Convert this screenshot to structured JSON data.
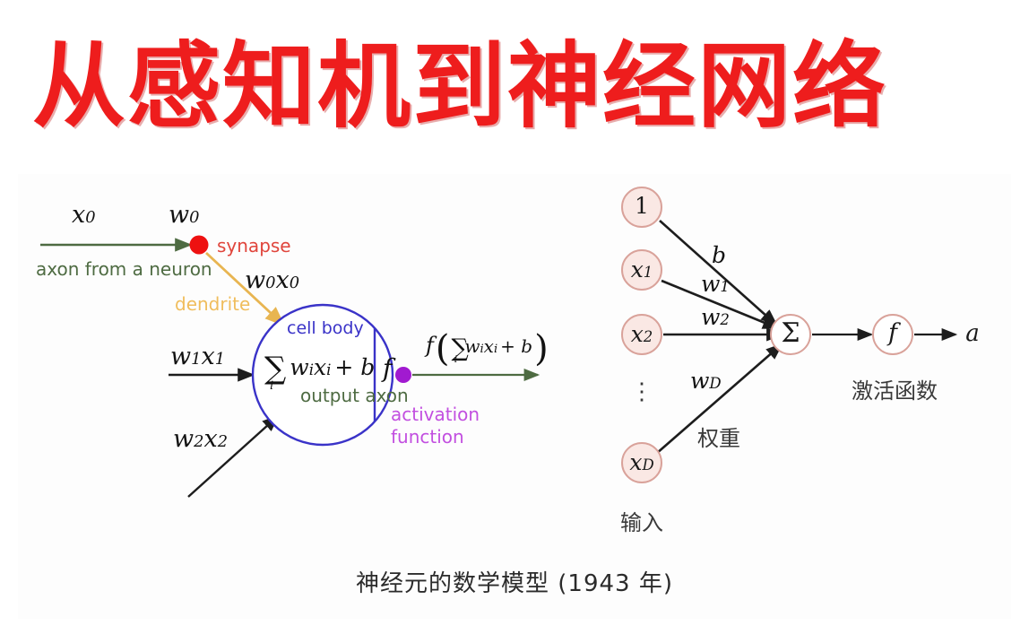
{
  "title": {
    "text": "从感知机到神经网络",
    "color": "#ee1d1d"
  },
  "figure": {
    "caption": "神经元的数学模型 (1943 年)",
    "biological_neuron": {
      "input_axon_label": "x0",
      "input_axon_label_plain": "x",
      "input_axon_sub": "0",
      "weight_label_main": "w",
      "weight_label_sub": "0",
      "synapse_label": "synapse",
      "axon_label": "axon from a neuron",
      "dendrite_label": "dendrite",
      "dendrite_signal_main": "w",
      "dendrite_signal_sub1": "0",
      "dendrite_signal_main2": "x",
      "dendrite_signal_sub2": "0",
      "input2_main": "w",
      "input2_sub": "1",
      "input2_main2": "x",
      "input2_sub2": "1",
      "input3_main": "w",
      "input3_sub": "2",
      "input3_main2": "x",
      "input3_sub2": "2",
      "cell_body_label": "cell body",
      "cell_body_formula_sum": "∑",
      "cell_body_formula_index": "i",
      "cell_body_formula_rest": "w",
      "cell_body_formula_sub_i": "i",
      "cell_body_formula_x": "x",
      "cell_body_formula_sub_i2": "i",
      "cell_body_formula_plus_b": "+ b",
      "activation_symbol": "f",
      "output_formula_f": "f",
      "output_formula_open": "(",
      "output_formula_sum": "∑",
      "output_formula_idx": "i",
      "output_formula_body": "wixi + b",
      "output_formula_close": ")",
      "output_axon_label": "output axon",
      "activation_label_line1": "activation",
      "activation_label_line2": "function",
      "synapse_dot_color": "#ee1111",
      "activation_dot_color": "#a11ad0",
      "cell_body_color": "#3a33c8",
      "axon_color": "#4e6b42",
      "dendrite_color": "#f0bd5c"
    },
    "math_neuron": {
      "nodes": [
        {
          "label": "1",
          "sub": ""
        },
        {
          "label": "x",
          "sub": "1"
        },
        {
          "label": "x",
          "sub": "2"
        },
        {
          "label": "⋮",
          "sub": ""
        },
        {
          "label": "x",
          "sub": "D"
        }
      ],
      "weights": [
        {
          "label": "b",
          "sub": ""
        },
        {
          "label": "w",
          "sub": "1"
        },
        {
          "label": "w",
          "sub": "2"
        },
        {
          "label": "w",
          "sub": "D"
        }
      ],
      "sum_symbol": "Σ",
      "activation_symbol": "f",
      "output_label": "a",
      "input_caption": "输入",
      "weight_caption": "权重",
      "activation_caption": "激活函数",
      "node_fill": "#fae8e4",
      "node_stroke": "#d9a29a",
      "arrow_color": "#2b2b2b"
    }
  }
}
